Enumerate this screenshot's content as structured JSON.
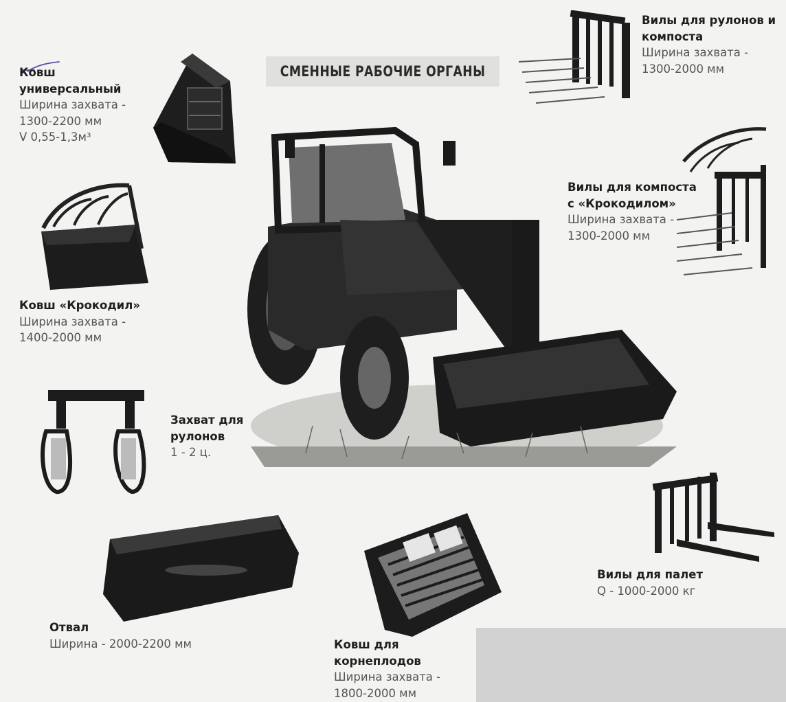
{
  "title": "СМЕННЫЕ РАБОЧИЕ ОРГАНЫ",
  "colors": {
    "background": "#f3f3f1",
    "title_box": "#e0e0de",
    "gray_block": "#d2d2d2",
    "pen_mark": "#5b4ba8"
  },
  "items": [
    {
      "name": [
        "Ковш",
        "универсальный"
      ],
      "specs": [
        "Ширина захвата -",
        "1300-2200 мм",
        "V 0,55-1,3м³"
      ]
    },
    {
      "name": [
        "Ковш «Крокодил»"
      ],
      "specs": [
        "Ширина захвата -",
        "1400-2000 мм"
      ]
    },
    {
      "name": [
        "Захват для",
        "рулонов"
      ],
      "specs": [
        "1 - 2 ц."
      ]
    },
    {
      "name": [
        "Отвал"
      ],
      "specs": [
        "Ширина - 2000-2200 мм"
      ]
    },
    {
      "name": [
        "Ковш для",
        "корнеплодов"
      ],
      "specs": [
        "Ширина захвата -",
        "1800-2000 мм"
      ]
    },
    {
      "name": [
        "Вилы для палет"
      ],
      "specs": [
        "Q - 1000-2000 кг"
      ]
    },
    {
      "name": [
        "Вилы для компоста",
        "с «Крокодилом»"
      ],
      "specs": [
        "Ширина захвата -",
        "1300-2000 мм"
      ]
    },
    {
      "name": [
        "Вилы для рулонов и",
        "компоста"
      ],
      "specs": [
        "Ширина захвата -",
        "1300-2000 мм"
      ]
    }
  ]
}
